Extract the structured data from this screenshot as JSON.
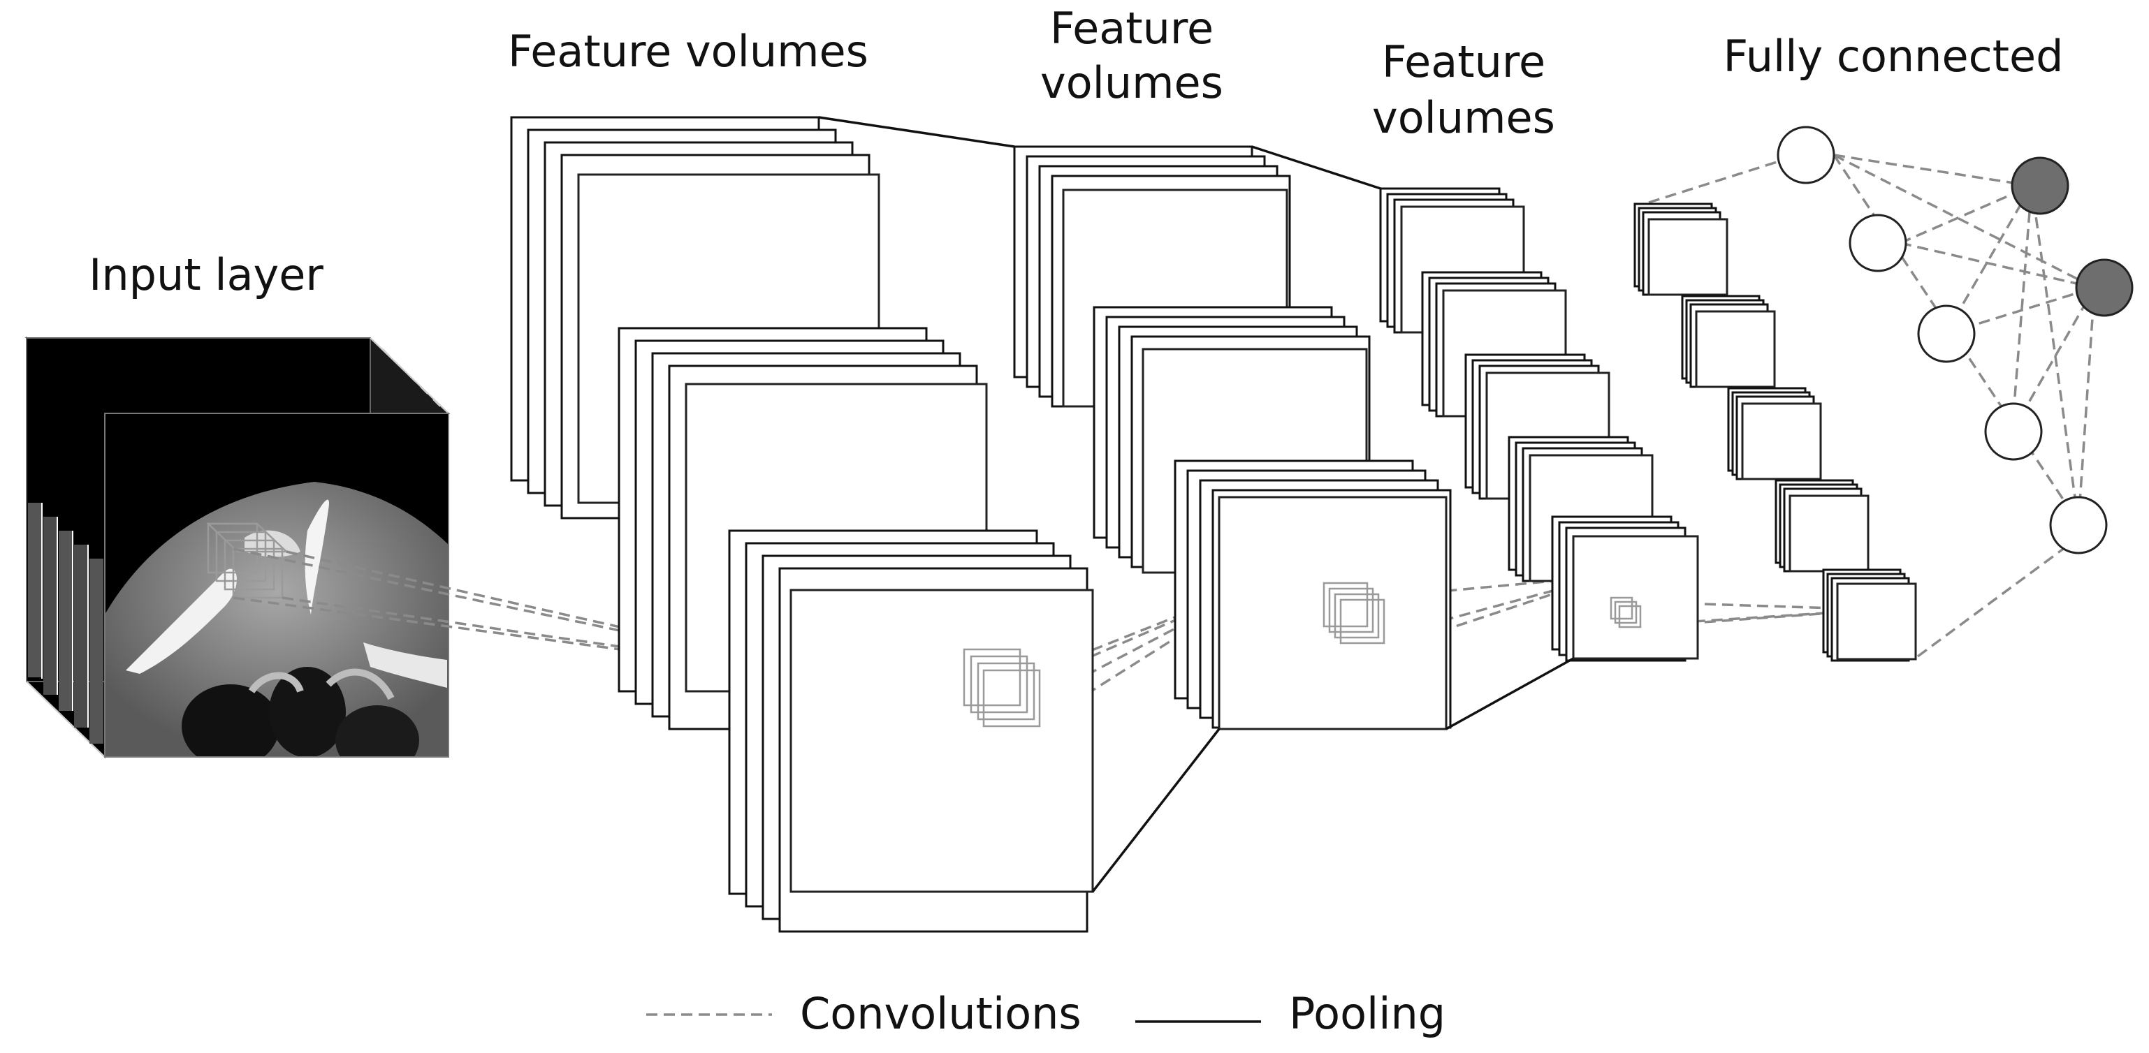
{
  "labels": {
    "input": "Input layer",
    "volume1": "Feature volumes",
    "volume2_line1": "Feature",
    "volume2_line2": "volumes",
    "volume3_line1": "Feature",
    "volume3_line2": "volumes",
    "fully_connected": "Fully connected"
  },
  "legend": {
    "convolutions": "Convolutions",
    "pooling": "Pooling"
  },
  "fully_connected": {
    "hidden_nodes": 5,
    "output_nodes": 2,
    "output_color": "#6e6e6e",
    "hidden_color": "#ffffff"
  },
  "colors": {
    "convolution_line": "#8a8a8a",
    "pooling_line": "#111111"
  }
}
